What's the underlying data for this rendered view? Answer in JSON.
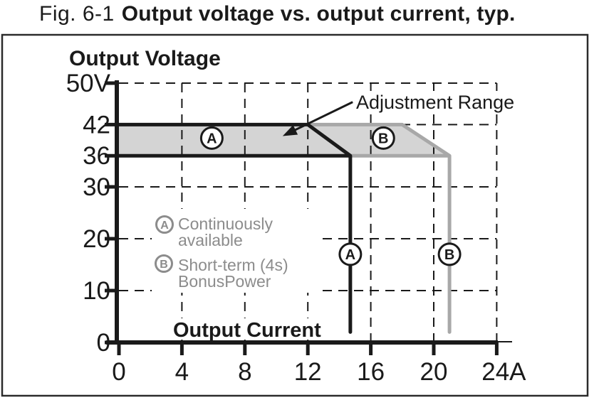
{
  "figure": {
    "number": "Fig. 6-1",
    "caption": "Output voltage vs. output current, typ."
  },
  "colors": {
    "line_a": "#1a1a1a",
    "line_b": "#a8a8a8",
    "band_fill": "#d4d4d4",
    "legend_gray": "#8c8c8c",
    "grid": "#1a1a1a"
  },
  "chart_data": {
    "type": "line",
    "title": "Output voltage vs. output current, typ.",
    "xlabel": "Output Current",
    "ylabel": "Output Voltage",
    "x_unit": "A",
    "y_unit": "V",
    "xlim": [
      0,
      24
    ],
    "ylim": [
      0,
      50
    ],
    "x_ticks": [
      0,
      4,
      8,
      12,
      16,
      20,
      24
    ],
    "x_tick_labels": [
      "0",
      "4",
      "8",
      "12",
      "16",
      "20",
      "24A"
    ],
    "y_ticks": [
      0,
      10,
      20,
      30,
      36,
      42,
      50
    ],
    "y_tick_labels": [
      "0",
      "10",
      "20",
      "30",
      "36",
      "42",
      "50V"
    ],
    "grid": {
      "style": "dashed",
      "vertical_at": [
        4,
        8,
        12,
        16,
        20,
        24
      ],
      "horizontal_at": [
        10,
        20,
        30,
        42,
        50
      ]
    },
    "adjustment_band": {
      "label": "Adjustment Range",
      "polygon": [
        [
          0,
          42
        ],
        [
          18,
          42
        ],
        [
          21,
          36
        ],
        [
          0,
          36
        ]
      ],
      "fill": "#d4d4d4"
    },
    "series": [
      {
        "name": "B",
        "label": "Short-term (4s) BonusPower",
        "color": "#a8a8a8",
        "width": 5,
        "points": [
          [
            12,
            42
          ],
          [
            18,
            42
          ],
          [
            21,
            36
          ],
          [
            21,
            2
          ]
        ],
        "base_points": [
          [
            14.7,
            36
          ],
          [
            21,
            36
          ]
        ]
      },
      {
        "name": "A",
        "label": "Continuously available",
        "color": "#1a1a1a",
        "width": 5,
        "points": [
          [
            0,
            42
          ],
          [
            12,
            42
          ],
          [
            14.7,
            36
          ],
          [
            14.7,
            2
          ]
        ],
        "base_points": [
          [
            0,
            36
          ],
          [
            14.7,
            36
          ]
        ]
      }
    ],
    "markers": [
      {
        "label": "A",
        "x": 5.9,
        "y": 39.4
      },
      {
        "label": "B",
        "x": 16.8,
        "y": 39.4
      },
      {
        "label": "A",
        "x": 14.7,
        "y": 17
      },
      {
        "label": "B",
        "x": 21,
        "y": 17
      }
    ],
    "annotation": {
      "text": "Adjustment Range",
      "arrow_from": [
        14.85,
        46.35
      ],
      "arrow_to": [
        10.4,
        39.8
      ]
    },
    "legend": [
      {
        "symbol": "A",
        "lines": [
          "Continuously",
          "available"
        ]
      },
      {
        "symbol": "B",
        "lines": [
          "Short-term (4s)",
          "BonusPower"
        ]
      }
    ]
  }
}
